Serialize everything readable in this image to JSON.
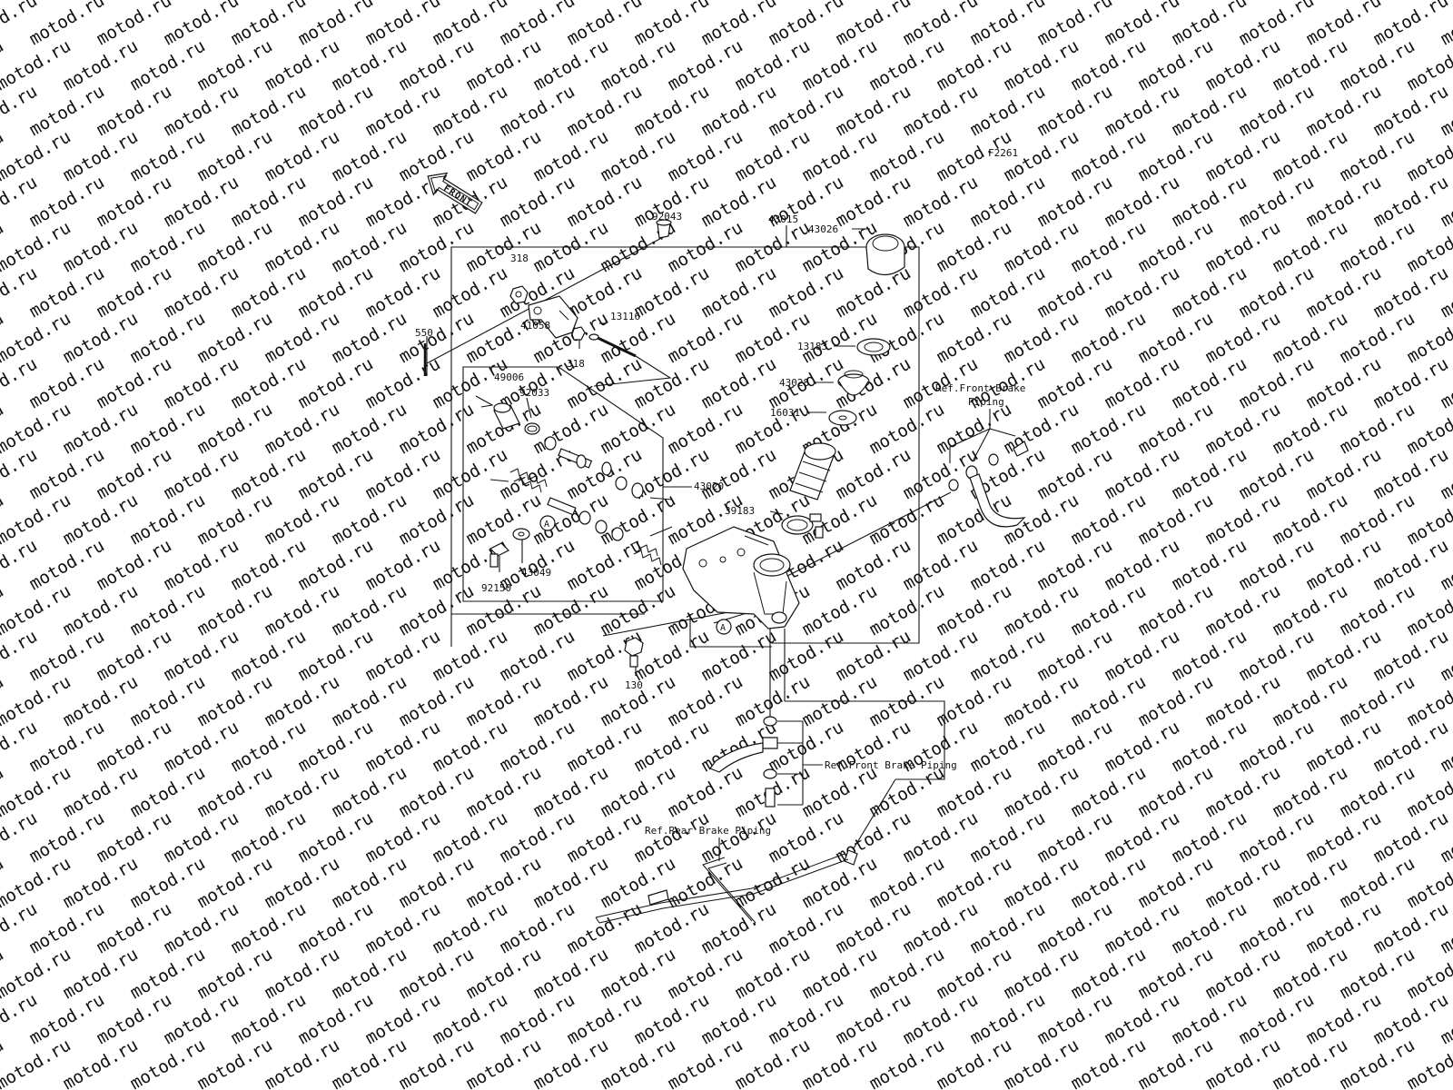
{
  "figure_code": "F2261",
  "watermark_text": "motod.ru",
  "front_arrow_label": "FRONT",
  "parts": {
    "p92043": "92043",
    "p43015": "43015",
    "p318a": "318",
    "p318b": "318",
    "p13116": "13116",
    "p41058": "41058",
    "p550": "550",
    "p43026": "43026",
    "p13183": "13183",
    "p43028": "43028",
    "p16031": "16031",
    "p49006": "49006",
    "p92033": "92033",
    "p43020": "43020",
    "p39183": "39183",
    "p92150": "92150",
    "p43049": "43049",
    "p130": "130"
  },
  "marker_letter": "A",
  "refs": {
    "front_brake_piping_top_line1": "Ref.Front Brake",
    "front_brake_piping_top_line2": "Piping",
    "front_brake_piping_mid": "Ref.Front Brake Piping",
    "rear_brake_piping": "Ref.Rear Brake Piping"
  }
}
